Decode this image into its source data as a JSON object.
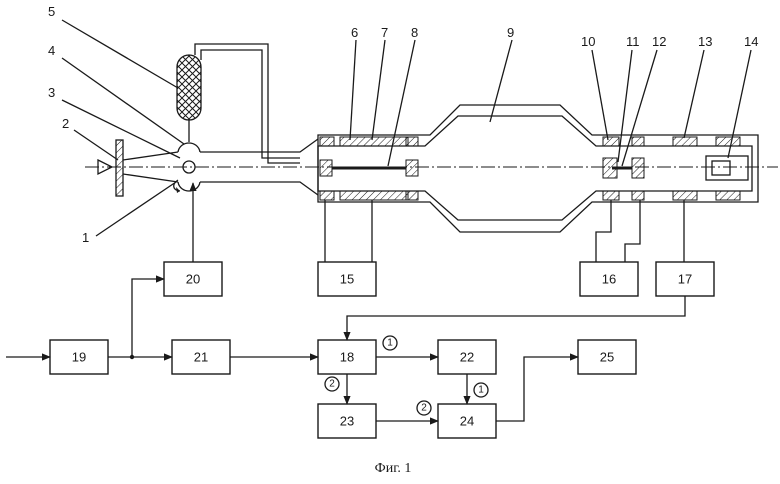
{
  "caption": "Фиг. 1",
  "part_labels": [
    "1",
    "2",
    "3",
    "4",
    "5",
    "6",
    "7",
    "8",
    "9",
    "10",
    "11",
    "12",
    "13",
    "14"
  ],
  "blocks": [
    "15",
    "16",
    "17",
    "18",
    "19",
    "20",
    "21",
    "22",
    "23",
    "24",
    "25"
  ],
  "port_marks": [
    "1",
    "2",
    "2",
    "1"
  ]
}
